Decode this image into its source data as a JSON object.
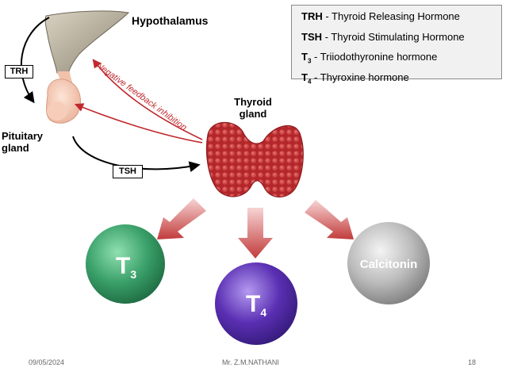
{
  "labels": {
    "hypothalamus": "Hypothalamus",
    "pituitary_line1": "Pituitary",
    "pituitary_line2": "gland",
    "thyroid_line1": "Thyroid",
    "thyroid_line2": "gland",
    "trh": "TRH",
    "tsh": "TSH",
    "feedback": "Negative feedback inhibition",
    "t3_main": "T",
    "t3_sub": "3",
    "t4_main": "T",
    "t4_sub": "4",
    "calcitonin": "Calcitonin"
  },
  "legend": [
    {
      "abbr": "TRH",
      "sub": "",
      "text": " - Thyroid Releasing Hormone"
    },
    {
      "abbr": "TSH",
      "sub": "",
      "text": " - Thyroid Stimulating Hormone"
    },
    {
      "abbr": "T",
      "sub": "3",
      "text": " - Triiodothyronine hormone"
    },
    {
      "abbr": "T",
      "sub": "4",
      "text": " - Thyroxine hormone"
    }
  ],
  "footer": {
    "date": "09/05/2024",
    "author": "Mr. Z.M.NATHANI",
    "page": "18"
  },
  "colors": {
    "feedback_red": "#c0282d",
    "thyroid_red": "#b3262a",
    "t3_green": "#3aa06a",
    "t4_purple": "#5a2fb3",
    "calcitonin_gray": "#b5b5b5"
  }
}
